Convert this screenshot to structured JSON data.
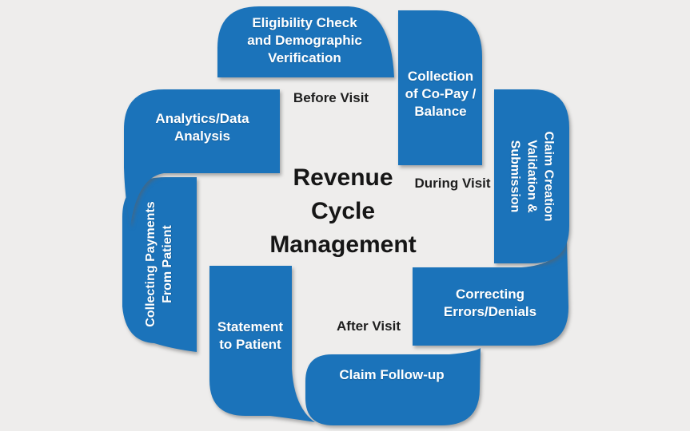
{
  "title": {
    "lines": [
      "Revenue",
      "Cycle",
      "Management"
    ]
  },
  "phase_labels": {
    "before": "Before Visit",
    "during": "During Visit",
    "after": "After Visit"
  },
  "petals": {
    "eligibility": {
      "lines": [
        "Eligibility Check",
        "and Demographic",
        "Verification"
      ]
    },
    "collection": {
      "lines": [
        "Collection",
        "of Co-Pay /",
        "Balance"
      ]
    },
    "claim_creation": {
      "lines": [
        "Claim Creation",
        "Validation &",
        "Submission"
      ]
    },
    "correcting": {
      "lines": [
        "Correcting",
        "Errors/Denials"
      ]
    },
    "claim_follow_up": {
      "lines": [
        "Claim Follow-up"
      ]
    },
    "statement": {
      "lines": [
        "Statement",
        "to Patient"
      ]
    },
    "collecting_payments": {
      "lines": [
        "Collecting Payments",
        "From Patient"
      ]
    },
    "analytics": {
      "lines": [
        "Analytics/Data",
        "Analysis"
      ]
    }
  },
  "colors": {
    "petal_blue": "#1b73ba",
    "background": "#eeedec",
    "petal_text": "#ffffff",
    "title_text": "#161616"
  }
}
